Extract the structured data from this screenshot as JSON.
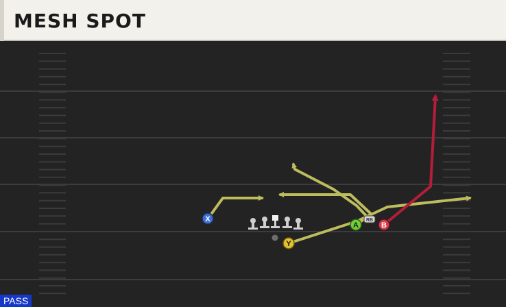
{
  "play": {
    "title": "MESH SPOT",
    "type_badge": "PASS"
  },
  "colors": {
    "field": "#232323",
    "header_bg": "#f3f1ec",
    "route_primary": "#bdbd5e",
    "route_hot": "#b51d3a",
    "badge_bg": "#1638c9"
  },
  "players": {
    "x": {
      "label": "X",
      "color": "#3f6fd3"
    },
    "y": {
      "label": "Y",
      "color": "#e3c22b"
    },
    "a": {
      "label": "A",
      "color": "#6fcf3a"
    },
    "b": {
      "label": "B",
      "color": "#d63a4e"
    },
    "rb": {
      "label": "RB",
      "color": "#d8d8d8"
    }
  },
  "icons": {
    "offensive_line": "lineman-icon",
    "center": "center-icon",
    "qb": "qb-dot-icon"
  }
}
